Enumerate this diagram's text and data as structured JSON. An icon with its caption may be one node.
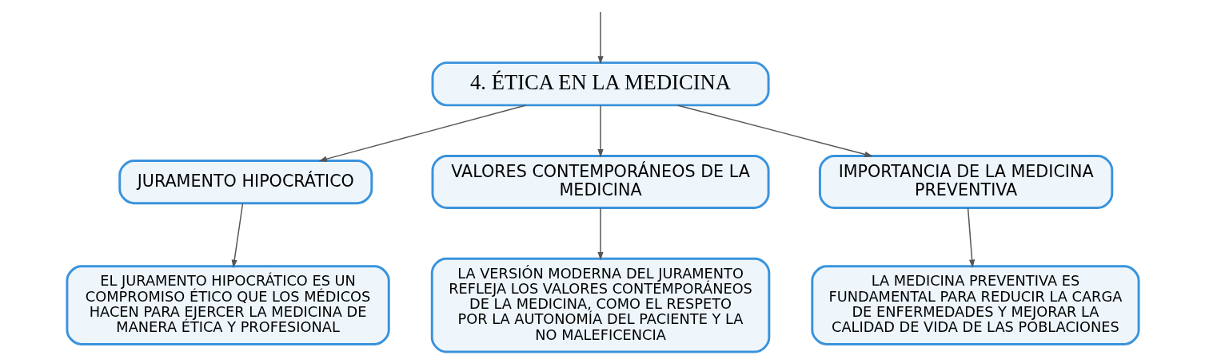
{
  "diagram": {
    "nodes": [
      {
        "text": [
          "4. ÉTICA EN LA MEDICINA"
        ]
      },
      {
        "text": [
          "JURAMENTO HIPOCRÁTICO"
        ]
      },
      {
        "text": [
          "VALORES CONTEMPORÁNEOS DE LA MEDICINA"
        ]
      },
      {
        "text": [
          "IMPORTANCIA DE LA MEDICINA PREVENTIVA"
        ]
      },
      {
        "text": [
          "EL JURAMENTO HIPOCRÁTICO ES UN COMPROMISO ÉTICO QUE LOS MÉDICOS HACEN PARA EJERCER LA MEDICINA DE MANERA ÉTICA Y PROFESIONAL"
        ]
      },
      {
        "text": [
          "LA VERSIÓN MODERNA DEL JURAMENTO REFLEJA LOS VALORES CONTEMPORÁNEOS DE LA MEDICINA, COMO EL RESPETO POR LA AUTONOMÍA DEL PACIENTE Y LA NO MALEFICENCIA"
        ]
      },
      {
        "text": [
          "LA MEDICINA PREVENTIVA ES FUNDAMENTAL PARA REDUCIR LA CARGA DE ENFERMEDADES Y MEJORAR LA CALIDAD DE VIDA DE LAS POBLACIONES"
        ]
      }
    ],
    "edges": [
      {
        "from": null,
        "to": 0,
        "arrow": "to"
      },
      {
        "from": 0,
        "to": 1,
        "arrow": "to"
      },
      {
        "from": 0,
        "to": 2,
        "arrow": "to"
      },
      {
        "from": 0,
        "to": 3,
        "arrow": "to"
      },
      {
        "from": 1,
        "to": 4,
        "arrow": "to"
      },
      {
        "from": 2,
        "to": 5,
        "arrow": "to"
      },
      {
        "from": 3,
        "to": 6,
        "arrow": "to"
      }
    ]
  }
}
